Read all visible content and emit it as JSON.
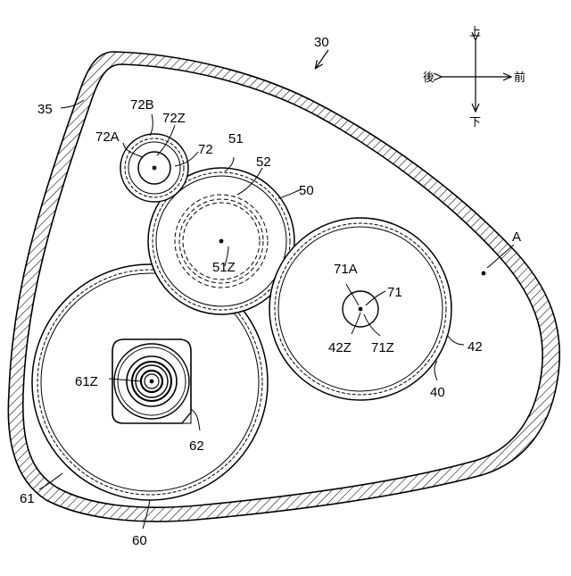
{
  "labels": {
    "l30": "30",
    "l35": "35",
    "l72B": "72B",
    "l72Z": "72Z",
    "l72A": "72A",
    "l72": "72",
    "l51": "51",
    "l52": "52",
    "l50": "50",
    "l51Z": "51Z",
    "lA": "A",
    "l71A": "71A",
    "l71": "71",
    "l42Z": "42Z",
    "l71Z": "71Z",
    "l42": "42",
    "l40": "40",
    "l61Z": "61Z",
    "l62": "62",
    "l61": "61",
    "l60": "60"
  },
  "compass": {
    "up": "上",
    "down": "下",
    "back": "後",
    "front": "前"
  }
}
